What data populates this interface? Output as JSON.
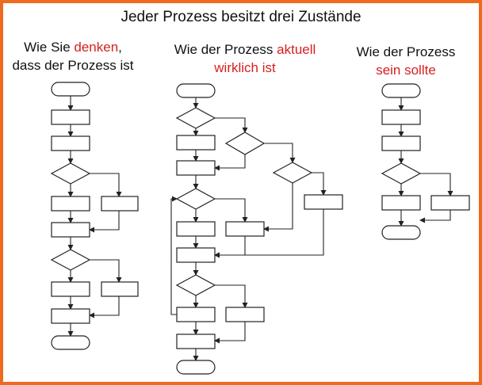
{
  "title": "Jeder Prozess besitzt drei Zustände",
  "columns": [
    {
      "line1_prefix": "Wie Sie ",
      "line1_highlight": "denken",
      "line1_suffix": ",",
      "line2": "dass der Prozess ist"
    },
    {
      "line1_prefix": "Wie der Prozess ",
      "line1_highlight": "aktuell",
      "line2_highlight": "wirklich ist"
    },
    {
      "line1": "Wie der Prozess",
      "line2_highlight": "sein sollte"
    }
  ],
  "colors": {
    "border": "#ee6a1f",
    "highlight": "#d81e1e",
    "line": "#222222"
  }
}
